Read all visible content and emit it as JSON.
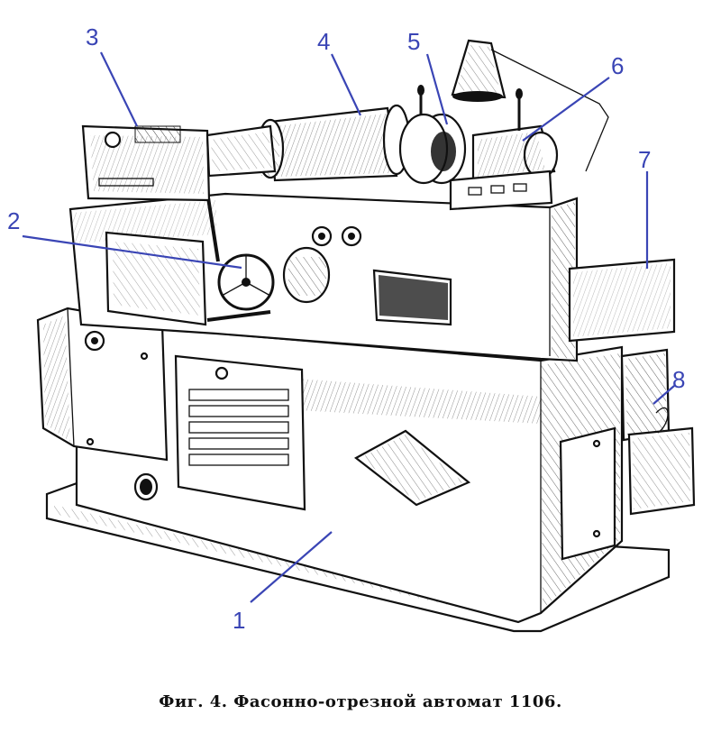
{
  "caption": "Фиг. 4. Фасонно-отрезной автомат 1106.",
  "callouts": [
    {
      "id": 1,
      "label": "1"
    },
    {
      "id": 2,
      "label": "2"
    },
    {
      "id": 3,
      "label": "3"
    },
    {
      "id": 4,
      "label": "4"
    },
    {
      "id": 5,
      "label": "5"
    },
    {
      "id": 6,
      "label": "6"
    },
    {
      "id": 7,
      "label": "7"
    },
    {
      "id": 8,
      "label": "8"
    }
  ],
  "colors": {
    "callout": "#3a45b5",
    "ink": "#111111",
    "background": "#ffffff"
  }
}
